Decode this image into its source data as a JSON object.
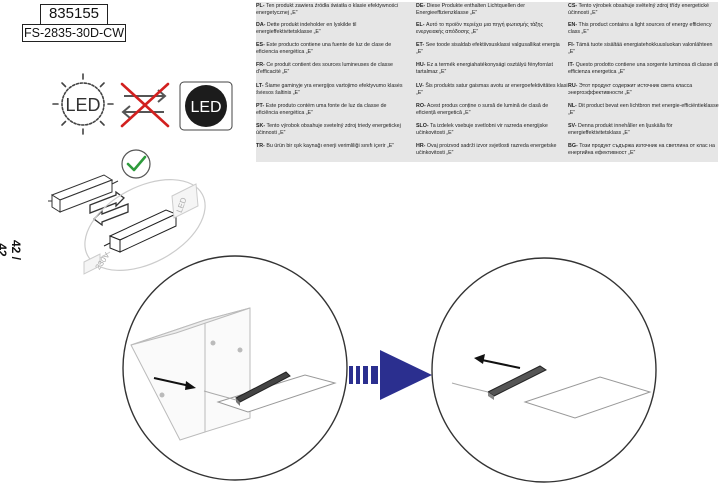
{
  "header": {
    "code_top": "835155",
    "code_bottom": "FS-2835-30D-CW"
  },
  "page_number": "42 / 42",
  "icons": {
    "led_outline_label": "LED",
    "led_filled_label": "LED",
    "voltage_label": "230V",
    "driver_label": "LED"
  },
  "energy_notes": [
    {
      "code": "PL-",
      "text": "Ten produkt zawiera źródła światła o klasie efektywności energetycznej „E”"
    },
    {
      "code": "DE-",
      "text": "Diese Produkte enthalten Lichtquellen der Energieeffizienzklasse „E”"
    },
    {
      "code": "CS-",
      "text": "Tento výrobek obsahuje světelný zdroj třídy energetické účinnosti „E”"
    },
    {
      "code": "DA-",
      "text": "Dette produkt indeholder en lyskilde til energieffektivitetsklasse „E”"
    },
    {
      "code": "EL-",
      "text": "Αυτό το προϊόν περιέχει μια πηγή φωτισμής τάξης ενεργειακής απόδοσης „E”"
    },
    {
      "code": "EN-",
      "text": "This product contains a light sources of energy efficiency class „E”"
    },
    {
      "code": "ES-",
      "text": "Este producto contiene una fuente de luz de clase de eficiencia energética „E”"
    },
    {
      "code": "ET-",
      "text": "See toode sisaldab efektiivsusklassi valgusallikat energia „E”"
    },
    {
      "code": "FI-",
      "text": "Tämä tuote sisältää energiatehokkuusluokan valonlähteen „E”"
    },
    {
      "code": "FR-",
      "text": "Ce produit contient des sources lumineuses de classe d'efficacité „E”"
    },
    {
      "code": "HU-",
      "text": "Ez a termék energiahatékonysági osztályú fényforrást tartalmaz „E”"
    },
    {
      "code": "IT-",
      "text": "Questo prodotto contiene una sorgente luminosa di classe di efficienza energetica „E”"
    },
    {
      "code": "LT-",
      "text": "Šiame gaminyje yra energijos vartojimo efektyvumo klasės šviesos šaltinis „E”"
    },
    {
      "code": "LV-",
      "text": "Šis produkts satur gaismas avotu ar energoefektivitātes klasi „E”"
    },
    {
      "code": "RU-",
      "text": "Этот продукт содержит источник света класса энергоэффективности „E”"
    },
    {
      "code": "PT-",
      "text": "Este produto contém uma fonte de luz da classe de eficiência energética „E”"
    },
    {
      "code": "RO-",
      "text": "Acest produs conține o sursă de lumină de clasă de eficiență energetică „E”"
    },
    {
      "code": "NL-",
      "text": "Dit product bevat een lichtbron met energie-efficiëntieklasse „E”"
    },
    {
      "code": "SK-",
      "text": "Tento výrobok obsahuje svetelný zdroj triedy energetickej účinnosti „E”"
    },
    {
      "code": "SLO-",
      "text": "Ta izdelek vsebuje svetlobni vir razreda energijske učinkovitosti „E”"
    },
    {
      "code": "SV-",
      "text": "Denna produkt innehåller en ljuskälla för energieffektivitetsklass „E”"
    },
    {
      "code": "TR-",
      "text": "Bu ürün bir ışık kaynağı enerji verimliliği sınıfı içerir „E”"
    },
    {
      "code": "HR-",
      "text": "Ovaj proizvod sadrži izvor svjetlosti razreda energetske učinkovitosti „E”"
    },
    {
      "code": "BG-",
      "text": "Този продукт съдържа източник на светлина от клас на енергийна ефективност „E”"
    }
  ],
  "colors": {
    "text_bg": "#e6e6e6",
    "arrow_blue": "#2b2f8f",
    "check_green": "#2e9b3c",
    "cross_red": "#d2201f"
  }
}
